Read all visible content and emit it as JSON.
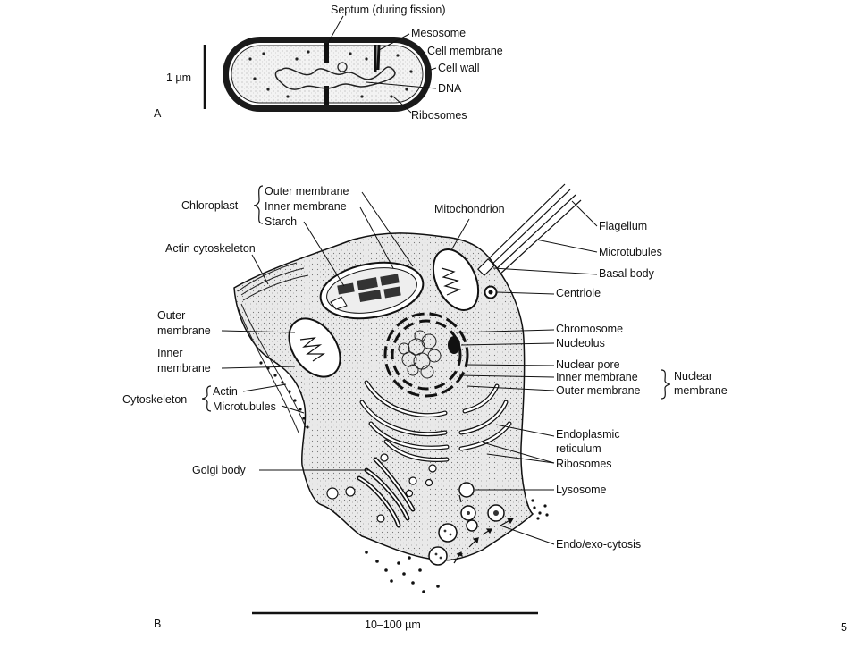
{
  "panel_a": {
    "letter": "A",
    "scale_label": "1 µm",
    "labels": {
      "septum": "Septum (during fission)",
      "mesosome": "Mesosome",
      "cell_membrane": "Cell membrane",
      "cell_wall": "Cell wall",
      "dna": "DNA",
      "ribosomes": "Ribosomes"
    }
  },
  "panel_b": {
    "letter": "B",
    "scale_label": "10–100 µm",
    "labels": {
      "chloroplast": "Chloroplast",
      "chloro_outer": "Outer membrane",
      "chloro_inner": "Inner membrane",
      "starch": "Starch",
      "mitochondrion": "Mitochondrion",
      "flagellum": "Flagellum",
      "microtubules": "Microtubules",
      "basal_body": "Basal body",
      "centriole": "Centriole",
      "actin_cytoskeleton": "Actin cytoskeleton",
      "outer_membrane_1": "Outer",
      "outer_membrane_2": "membrane",
      "inner_membrane_1": "Inner",
      "inner_membrane_2": "membrane",
      "cytoskeleton": "Cytoskeleton",
      "actin": "Actin",
      "cyto_microtubules": "Microtubules",
      "chromosome": "Chromosome",
      "nucleolus": "Nucleolus",
      "nuclear_pore": "Nuclear pore",
      "nuc_inner": "Inner membrane",
      "nuc_outer": "Outer membrane",
      "nuclear_1": "Nuclear",
      "nuclear_2": "membrane",
      "er_1": "Endoplasmic",
      "er_2": "reticulum",
      "ribosomes": "Ribosomes",
      "golgi": "Golgi body",
      "lysosome": "Lysosome",
      "endo_exo": "Endo/exo-cytosis"
    }
  },
  "page_number": "5"
}
